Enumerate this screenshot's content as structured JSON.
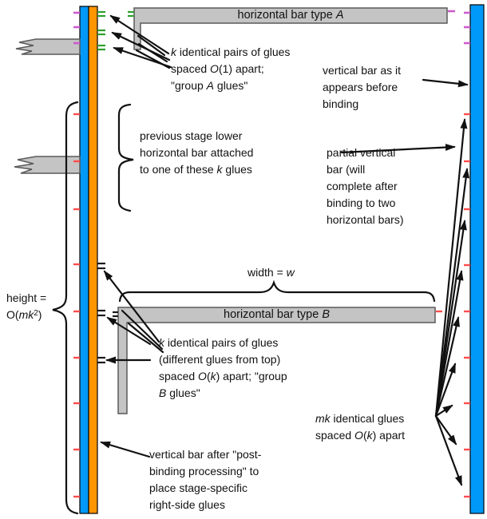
{
  "figure": {
    "labels": {
      "bar_a_title": [
        {
          "t": "horizontal bar type "
        },
        {
          "t": "A",
          "i": true
        }
      ],
      "bar_b_title": [
        {
          "t": "horizontal bar type "
        },
        {
          "t": "B",
          "i": true
        }
      ],
      "group_a": [
        {
          "t": "k",
          "i": true
        },
        {
          "t": " identical pairs of glues\nspaced "
        },
        {
          "t": "O",
          "i": true
        },
        {
          "t": "(1) apart;\n\"group "
        },
        {
          "t": "A",
          "i": true
        },
        {
          "t": " glues\""
        }
      ],
      "group_b": [
        {
          "t": "k",
          "i": true
        },
        {
          "t": " identical pairs of glues\n(different glues from top)\nspaced "
        },
        {
          "t": "O",
          "i": true
        },
        {
          "t": "("
        },
        {
          "t": "k",
          "i": true
        },
        {
          "t": ") apart; \"group\n"
        },
        {
          "t": "B",
          "i": true
        },
        {
          "t": " glues\""
        }
      ],
      "vbar_before": [
        {
          "t": "vertical bar as it\nappears before\nbinding"
        }
      ],
      "prev_stage": [
        {
          "t": "previous stage lower\nhorizontal bar attached\nto one of these "
        },
        {
          "t": "k",
          "i": true
        },
        {
          "t": " glues"
        }
      ],
      "partial_bar": [
        {
          "t": "partial vertical\nbar (will\ncomplete after\nbinding to two\nhorizontal bars)"
        }
      ],
      "width_label": [
        {
          "t": "width = "
        },
        {
          "t": "w",
          "i": true
        }
      ],
      "height_label": [
        {
          "t": "height =\nO("
        },
        {
          "t": "mk",
          "i": true
        },
        {
          "t": "2",
          "sup": true
        },
        {
          "t": ")"
        }
      ],
      "mk_glues": [
        {
          "t": "mk",
          "i": true
        },
        {
          "t": " identical glues\nspaced "
        },
        {
          "t": "O",
          "i": true
        },
        {
          "t": "("
        },
        {
          "t": "k",
          "i": true
        },
        {
          "t": ") apart"
        }
      ],
      "post_binding": [
        {
          "t": "vertical bar after \"post-\nbinding processing\" to\nplace stage-specific\nright-side glues"
        }
      ]
    },
    "colors": {
      "blue": "#0099fa",
      "orange": "#ff9500",
      "gray": "#c4c4c4",
      "grayBorder": "#5a5a5a",
      "green": "#2ca02c",
      "magenta": "#cc5ccc",
      "red": "#ff4d4d",
      "black": "#1a1a1a"
    },
    "tick_sets": [
      {
        "name": "left-bar-magenta-glues",
        "color": "magenta",
        "x": [
          92,
          100
        ],
        "y": [
          16,
          34,
          54
        ]
      },
      {
        "name": "left-bar-red-glues",
        "color": "red",
        "x": [
          92,
          100
        ],
        "y": [
          143,
          202,
          262,
          331,
          390,
          448,
          505,
          563,
          622
        ]
      },
      {
        "name": "left-bar-group-a-glue-pairs",
        "color": "green",
        "x": [
          122,
          132
        ],
        "y": [
          15,
          20,
          38,
          43,
          57,
          62
        ]
      },
      {
        "name": "left-bar-group-b-glue-pairs",
        "color": "black",
        "x": [
          122,
          132
        ],
        "y": [
          330,
          336,
          389,
          395,
          448,
          454
        ]
      },
      {
        "name": "right-bar-magenta-glues",
        "color": "magenta",
        "x": [
          581,
          589
        ],
        "y": [
          16,
          34,
          54
        ]
      },
      {
        "name": "right-bar-red-glues",
        "color": "red",
        "x": [
          581,
          589
        ],
        "y": [
          143,
          202,
          262,
          332,
          390,
          448,
          505,
          563,
          622
        ]
      },
      {
        "name": "bar-a-left-glue-pair",
        "color": "green",
        "x": [
          160,
          168
        ],
        "y": [
          15,
          20
        ]
      },
      {
        "name": "bar-a-right-end-glue",
        "color": "magenta",
        "x": [
          561,
          570
        ],
        "y": [
          14
        ]
      },
      {
        "name": "bar-b-left-glue-pair",
        "color": "black",
        "x": [
          141,
          148
        ],
        "y": [
          391,
          396
        ]
      },
      {
        "name": "bar-b-right-end-glue",
        "color": "red",
        "x": [
          546,
          554
        ],
        "y": [
          390
        ]
      }
    ]
  }
}
